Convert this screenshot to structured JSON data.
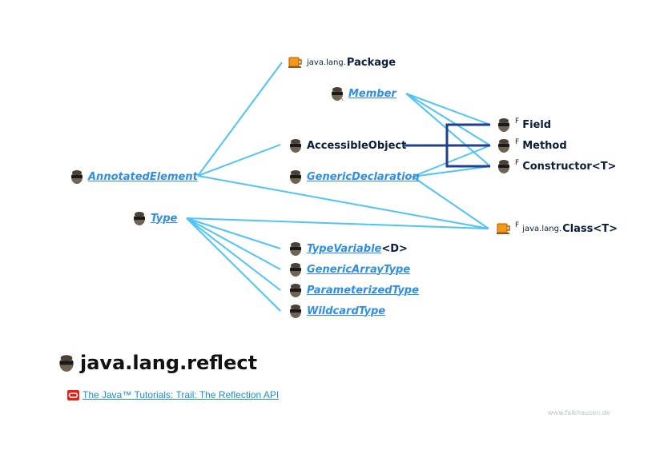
{
  "colors": {
    "edge_light": "#4fc3f7",
    "edge_dark": "#1f3f8f",
    "interface": "#2e8fe6",
    "class": "#0b1f3a",
    "link": "#1b8fd1"
  },
  "nodes": {
    "package": {
      "prefix": "java.lang.",
      "name": "Package",
      "icon": "coffee-cup-icon"
    },
    "member": {
      "name": "Member",
      "icon": "agent-icon"
    },
    "accessible_object": {
      "name": "AccessibleObject",
      "icon": "agent-icon"
    },
    "generic_declaration": {
      "name": "GenericDeclaration",
      "icon": "agent-icon"
    },
    "annotated_element": {
      "name": "AnnotatedElement",
      "icon": "agent-icon"
    },
    "type": {
      "name": "Type",
      "icon": "agent-icon"
    },
    "field": {
      "modifier": "F",
      "name": "Field",
      "icon": "agent-icon"
    },
    "method": {
      "modifier": "F",
      "name": "Method",
      "icon": "agent-icon"
    },
    "constructor": {
      "modifier": "F",
      "name": "Constructor",
      "generic": "<T>",
      "icon": "agent-icon"
    },
    "class": {
      "modifier": "F",
      "prefix": "java.lang.",
      "name": "Class",
      "generic": "<T>",
      "icon": "coffee-cup-icon"
    },
    "type_variable": {
      "name": "TypeVariable",
      "generic": "<D>",
      "icon": "agent-icon"
    },
    "generic_array_type": {
      "name": "GenericArrayType",
      "icon": "agent-icon"
    },
    "parameterized_type": {
      "name": "ParameterizedType",
      "icon": "agent-icon"
    },
    "wildcard_type": {
      "name": "WildcardType",
      "icon": "agent-icon"
    }
  },
  "title": {
    "text": "java.lang.reflect",
    "icon": "agent-icon"
  },
  "link": {
    "text": "The Java™ Tutorials: Trail: The Reflection API",
    "icon": "oracle-logo-icon"
  },
  "footer": {
    "text": "www.falkhausen.de"
  }
}
